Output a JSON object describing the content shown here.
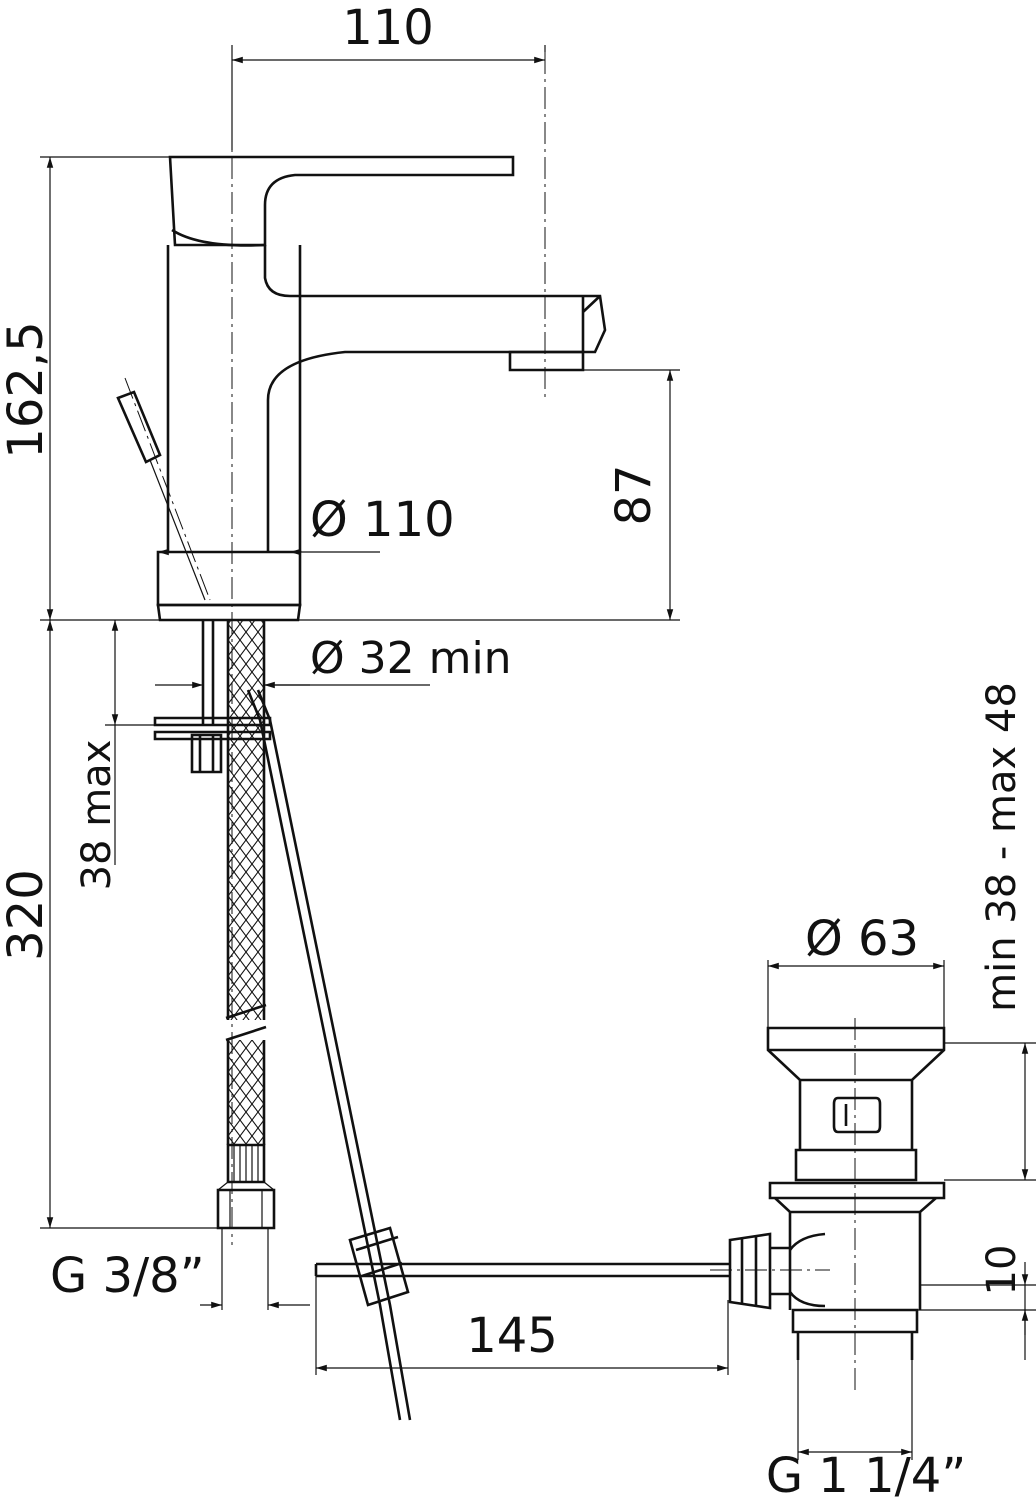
{
  "dimensions": {
    "spout_reach": "110",
    "total_height": "162,5",
    "spout_height": "87",
    "base_diameter": "Ø 110",
    "hole_diameter": "Ø 32 min",
    "countertop_thickness": "38 max",
    "hose_length": "320",
    "hose_thread": "G 3/8”",
    "rod_length": "145",
    "waste_thread": "G 1 1/4”",
    "waste_diameter": "Ø 63",
    "waste_basin_thickness": "min 38 - max 48",
    "waste_spacing": "10"
  },
  "colors": {
    "line": "#111111",
    "background": "#ffffff"
  }
}
